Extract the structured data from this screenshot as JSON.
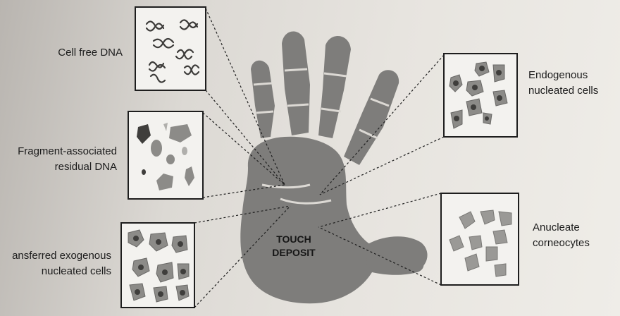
{
  "center_label": "TOUCH\nDEPOSIT",
  "labels": {
    "cell_free_dna": "Cell free DNA",
    "fragment_residual_dna": "Fragment-associated\nresidual DNA",
    "transferred_exogenous": "ansferred exogenous\nnucleated cells",
    "endogenous_nucleated": "Endogenous\nnucleated cells",
    "anucleate_corneocytes": "Anucleate\ncorneocytes"
  },
  "colors": {
    "hand": "#7e7d7b",
    "box_border": "#1e1e1e",
    "box_fill": "#f3f2ef",
    "cell": "#8c8b88",
    "nucleus": "#3f3e3c",
    "dna": "#3c3b39",
    "text": "#1c1c1c"
  }
}
